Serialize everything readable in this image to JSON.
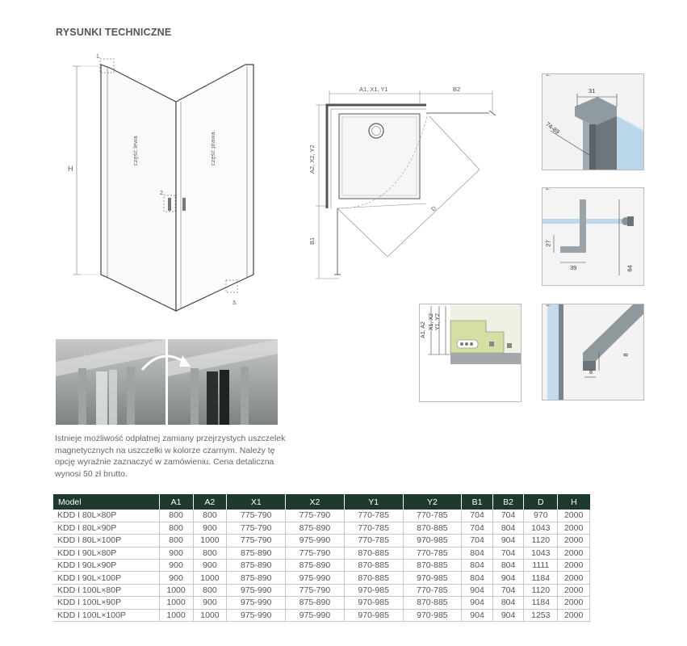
{
  "title": "RYSUNKI TECHNICZNE",
  "drawing": {
    "front": {
      "left_label": "część lewa",
      "right_label": "część prawa",
      "height_label": "H",
      "marker_1": "1.",
      "marker_2": "2.",
      "marker_3": "3."
    },
    "plan": {
      "top_left_dim": "A1, X1, Y1",
      "top_right_dim": "B2",
      "left_dim": "A2, X2, Y2",
      "left_bottom_dim": "B1",
      "diag_dim": "D"
    },
    "detail_1": {
      "num": "1.",
      "dim_a": "31",
      "dim_b": "74-89"
    },
    "detail_2": {
      "num": "2.",
      "dim_a": "27",
      "dim_b": "39",
      "dim_c": "64"
    },
    "detail_3": {
      "num": "3.",
      "dim_a": "8",
      "dim_b": "8"
    },
    "detail_base": {
      "dim_a": "A1, A2",
      "dim_b": "X1, X2",
      "dim_c": "Y1, Y2"
    }
  },
  "note": "Istnieje możliwość odpłatnej zamiany przejrzystych uszczelek magnetycznych na uszczelki w kolorze czarnym. Należy tę opcję wyraźnie zaznaczyć w zamówieniu. Cena detaliczna wynosi 50 zł brutto.",
  "table": {
    "headers": [
      "Model",
      "A1",
      "A2",
      "X1",
      "X2",
      "Y1",
      "Y2",
      "B1",
      "B2",
      "D",
      "H"
    ],
    "rows": [
      [
        "KDD I 80L×80P",
        "800",
        "800",
        "775-790",
        "775-790",
        "770-785",
        "770-785",
        "704",
        "704",
        "970",
        "2000"
      ],
      [
        "KDD I 80L×90P",
        "800",
        "900",
        "775-790",
        "875-890",
        "770-785",
        "870-885",
        "704",
        "804",
        "1043",
        "2000"
      ],
      [
        "KDD I 80L×100P",
        "800",
        "1000",
        "775-790",
        "975-990",
        "770-785",
        "970-985",
        "704",
        "904",
        "1120",
        "2000"
      ],
      [
        "KDD I 90L×80P",
        "900",
        "800",
        "875-890",
        "775-790",
        "870-885",
        "770-785",
        "804",
        "704",
        "1043",
        "2000"
      ],
      [
        "KDD I 90L×90P",
        "900",
        "900",
        "875-890",
        "875-890",
        "870-885",
        "870-885",
        "804",
        "804",
        "1111",
        "2000"
      ],
      [
        "KDD I 90L×100P",
        "900",
        "1000",
        "875-890",
        "975-990",
        "870-885",
        "970-985",
        "804",
        "904",
        "1184",
        "2000"
      ],
      [
        "KDD I 100L×80P",
        "1000",
        "800",
        "975-990",
        "775-790",
        "970-985",
        "770-785",
        "904",
        "704",
        "1120",
        "2000"
      ],
      [
        "KDD I 100L×90P",
        "1000",
        "900",
        "975-990",
        "875-890",
        "970-985",
        "870-885",
        "904",
        "804",
        "1184",
        "2000"
      ],
      [
        "KDD I 100L×100P",
        "1000",
        "1000",
        "975-990",
        "975-990",
        "970-985",
        "970-985",
        "904",
        "904",
        "1253",
        "2000"
      ]
    ]
  }
}
